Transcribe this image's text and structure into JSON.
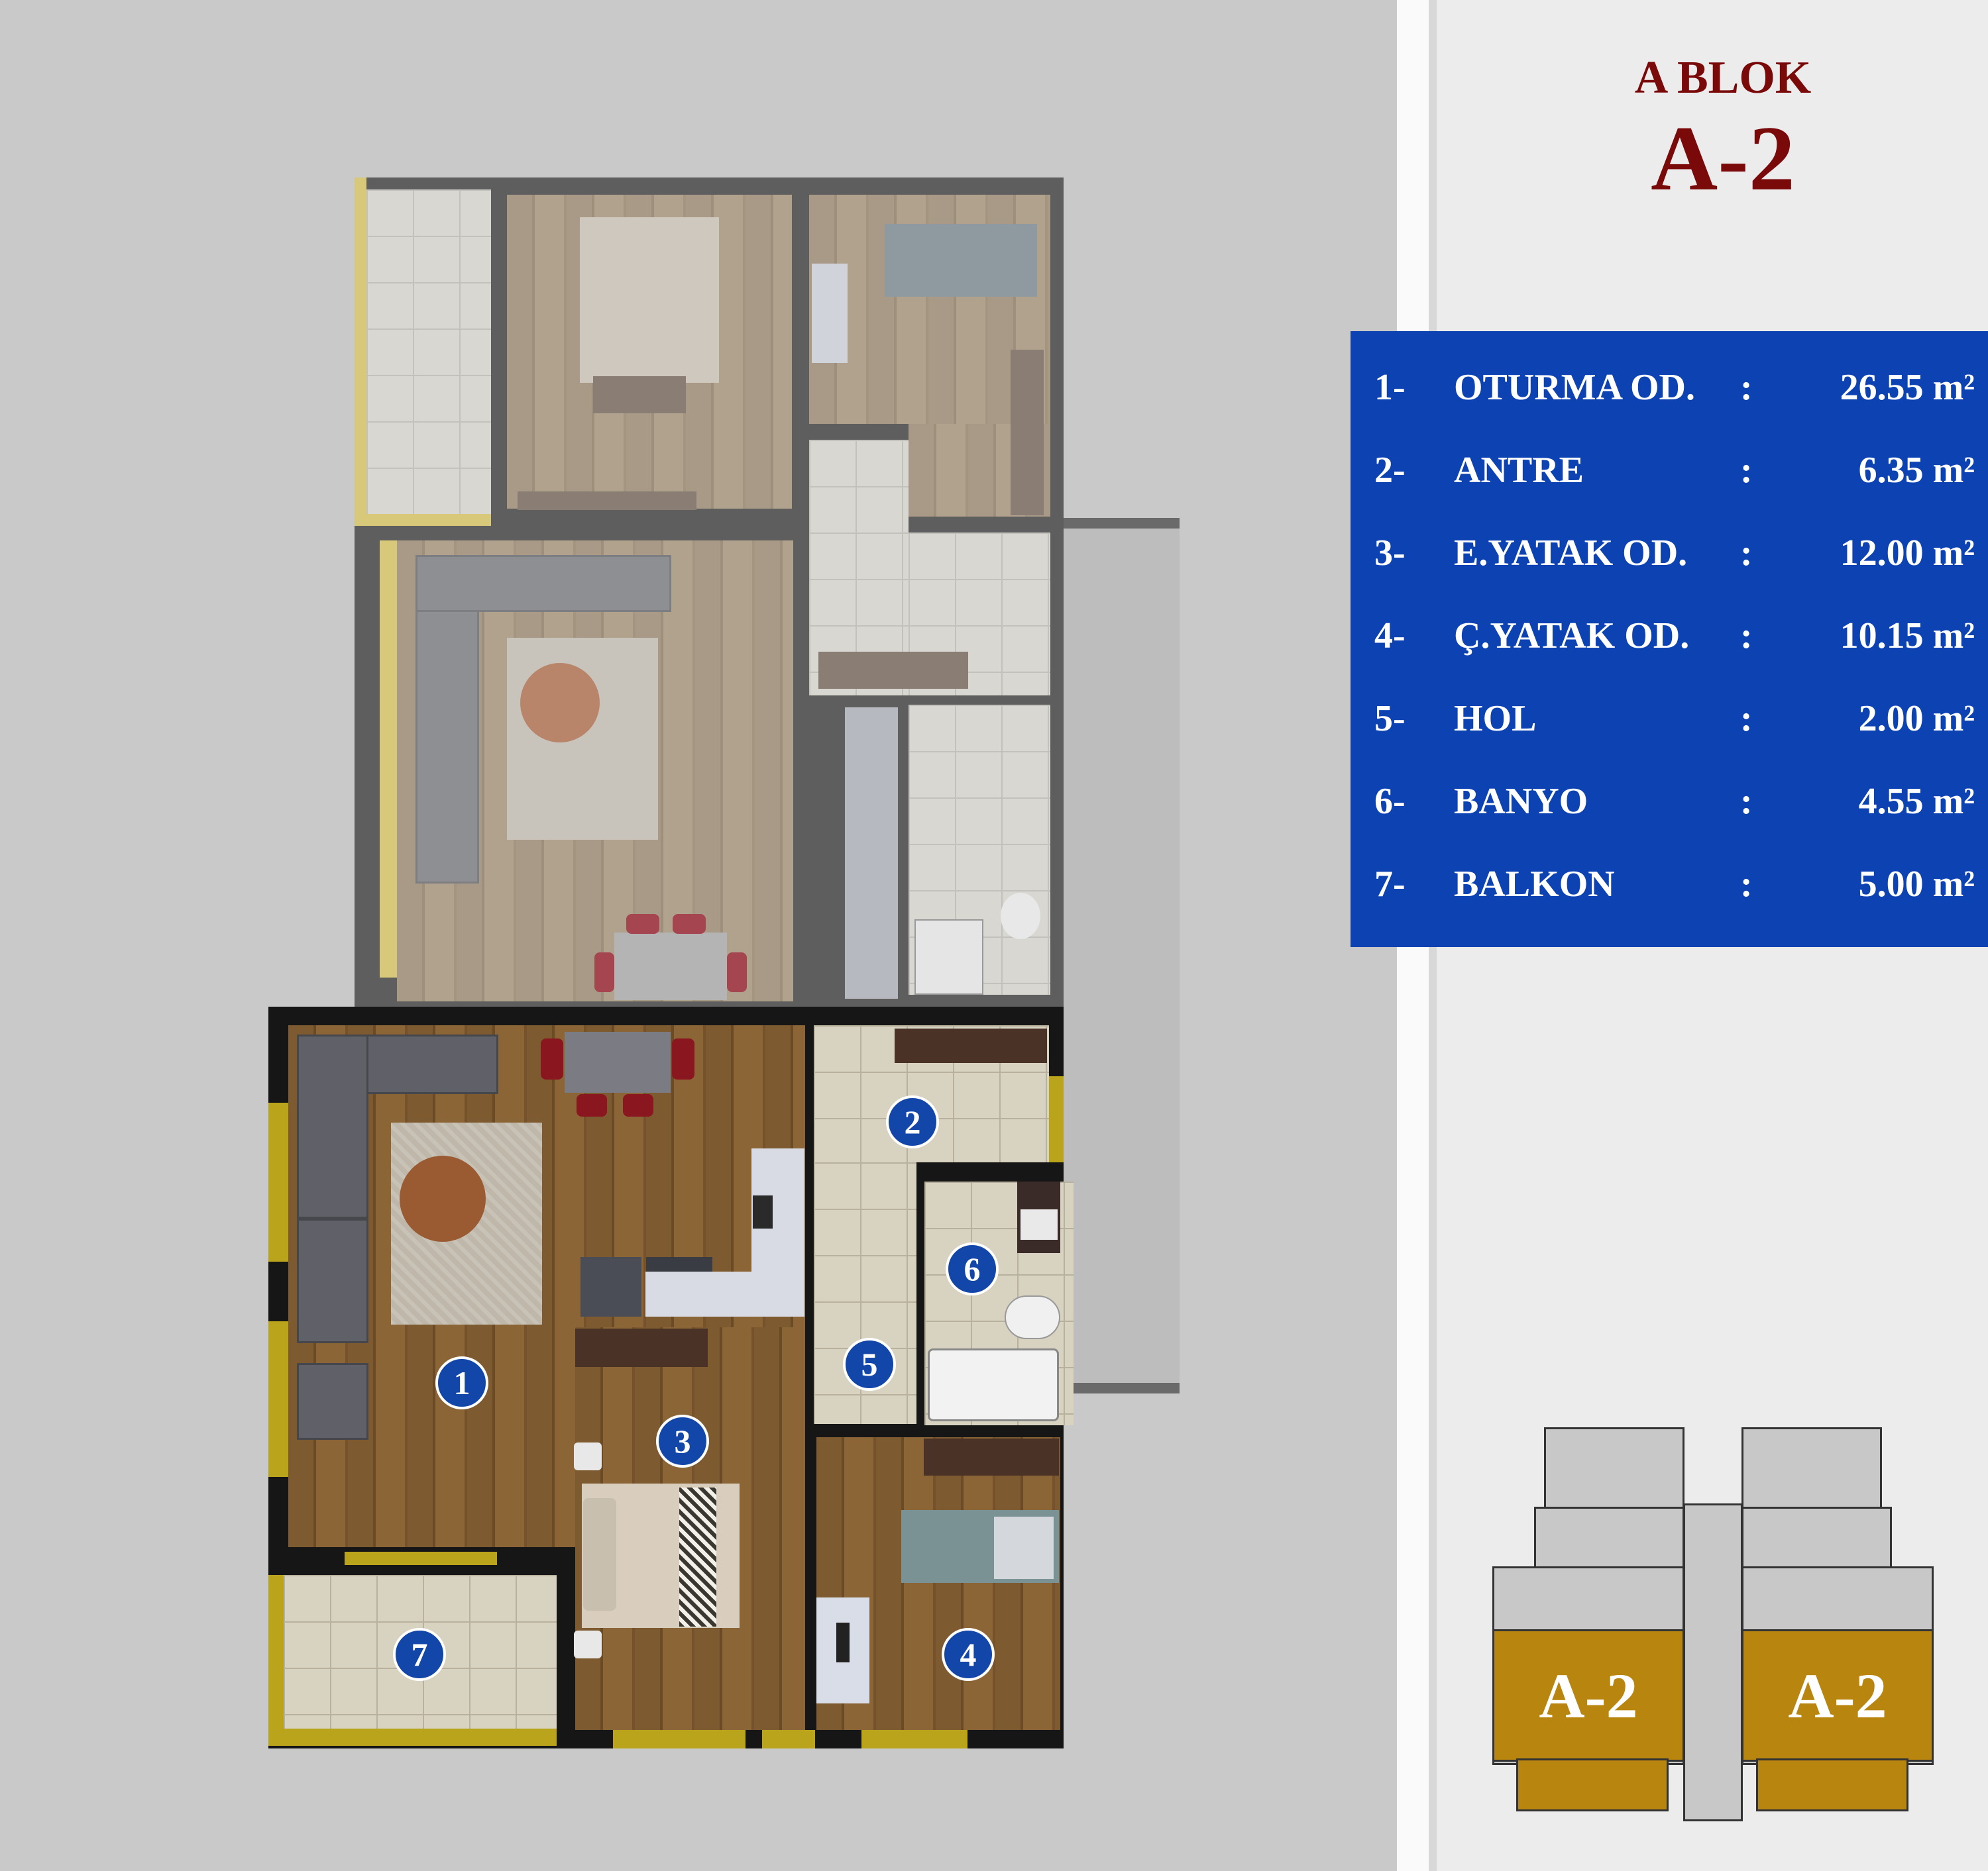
{
  "header": {
    "block": "A BLOK",
    "unit": "A-2"
  },
  "rooms": [
    {
      "num": "1-",
      "name": "OTURMA OD.",
      "sep": ":",
      "area": "26.55 m²"
    },
    {
      "num": "2-",
      "name": "ANTRE",
      "sep": ":",
      "area": "6.35 m²"
    },
    {
      "num": "3-",
      "name": "E.YATAK OD.",
      "sep": ":",
      "area": "12.00 m²"
    },
    {
      "num": "4-",
      "name": "Ç.YATAK OD.",
      "sep": ":",
      "area": "10.15 m²"
    },
    {
      "num": "5-",
      "name": "HOL",
      "sep": ":",
      "area": "2.00 m²"
    },
    {
      "num": "6-",
      "name": "BANYO",
      "sep": ":",
      "area": "4.55 m²"
    },
    {
      "num": "7-",
      "name": "BALKON",
      "sep": ":",
      "area": "5.00 m²"
    }
  ],
  "plan_markers": [
    "1",
    "2",
    "3",
    "4",
    "5",
    "6",
    "7"
  ],
  "key_plan": {
    "left_label": "A-2",
    "right_label": "A-2"
  },
  "colors": {
    "accent_red": "#7a0a0a",
    "legend_blue": "#0d42b2",
    "key_gold": "#b8860e"
  }
}
